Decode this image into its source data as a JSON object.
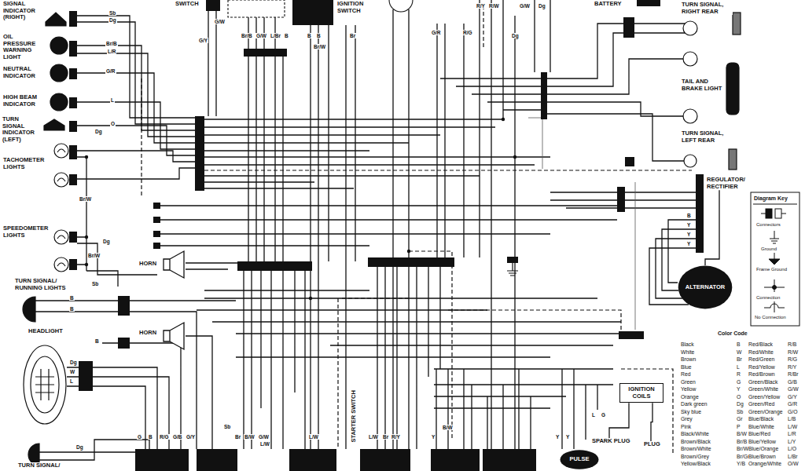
{
  "diagram": {
    "nodes": [
      {
        "text": [
          "SIGNAL INDICATOR (RIGHT)"
        ]
      },
      {
        "text": [
          "OIL PRESSURE WARNING LIGHT"
        ]
      },
      {
        "text": [
          "NEUTRAL INDICATOR"
        ]
      },
      {
        "text": [
          "HIGH BEAM INDICATOR"
        ]
      },
      {
        "text": [
          "TURN SIGNAL INDICATOR (LEFT)"
        ]
      },
      {
        "text": [
          "TACHOMETER LIGHTS"
        ]
      },
      {
        "text": [
          "SPEEDOMETER LIGHTS"
        ]
      },
      {
        "text": [
          "HORN"
        ]
      },
      {
        "text": [
          "TURN SIGNAL/ RUNNING LIGHTS"
        ]
      },
      {
        "text": [
          "HORN"
        ]
      },
      {
        "text": [
          "HEADLIGHT"
        ]
      },
      {
        "text": [
          "TURN SIGNAL/"
        ]
      },
      {
        "text": [
          "SWITCH"
        ]
      },
      {
        "text": [
          "IGNITION SWITCH"
        ]
      },
      {
        "text": [
          "BATTERY"
        ]
      },
      {
        "text": [
          "TURN SIGNAL, RIGHT REAR"
        ]
      },
      {
        "text": [
          "TAIL AND BRAKE LIGHT"
        ]
      },
      {
        "text": [
          "TURN SIGNAL, LEFT REAR"
        ]
      },
      {
        "text": [
          "REGULATOR/ RECTIFIER"
        ]
      },
      {
        "text": [
          "ALTERNATOR"
        ]
      },
      {
        "text": [
          "STARTER SWITCH"
        ]
      },
      {
        "text": [
          "IGNITION COILS"
        ]
      },
      {
        "text": [
          "PULSE"
        ]
      },
      {
        "text": [
          "SPARK PLUG"
        ]
      },
      {
        "text": [
          "PLUG"
        ]
      }
    ],
    "edges": [
      {
        "from": 19,
        "to": 18,
        "arrow": "none"
      },
      {
        "from": 21,
        "to": 23,
        "arrow": "none"
      },
      {
        "from": 21,
        "to": 24,
        "arrow": "none"
      }
    ],
    "labels": [
      "Sb",
      "Dg",
      "Br/B",
      "L/R",
      "G/R",
      "L",
      "O",
      "Dg",
      "Br/W",
      "Dg",
      "Br/W",
      "Sb",
      "B",
      "B",
      "B",
      "Dg",
      "W",
      "L",
      "Dg",
      "G/Y",
      "G/W",
      "Br/B",
      "G/W",
      "L/Br",
      "B",
      "B",
      "B",
      "Br",
      "Br/W",
      "G/R",
      "R/G",
      "R/Y",
      "R/W",
      "G/W",
      "Dg",
      "Dg",
      "G",
      "B",
      "R/G",
      "G/B",
      "G/Y",
      "Sb",
      "Br",
      "B/W",
      "G/W",
      "L/W",
      "L/W",
      "L/W",
      "Br",
      "R/Y",
      "Y",
      "B/W",
      "Y",
      "Y",
      "L",
      "G",
      "B",
      "Y",
      "Y",
      "Y",
      "Diagram Key",
      "Color Code",
      "Black",
      "B",
      "Red/Black",
      "R/B",
      "White",
      "W",
      "Red/White",
      "R/W",
      "Brown",
      "Br",
      "Red/Green",
      "R/G",
      "Blue",
      "L",
      "Red/Yellow",
      "R/Y",
      "Red",
      "R",
      "Red/Brown",
      "R/Br",
      "Green",
      "G",
      "Green/Black",
      "G/B",
      "Yellow",
      "Y",
      "Green/White",
      "G/W",
      "Orange",
      "O",
      "Green/Yellow",
      "G/Y",
      "Dark green",
      "Dg",
      "Green/Red",
      "G/R",
      "Sky blue",
      "Sb",
      "Green/Orange",
      "G/O",
      "Grey",
      "Gr",
      "Blue/Black",
      "L/B",
      "Pink",
      "P",
      "Blue/White",
      "L/W",
      "Black/White",
      "B/W",
      "Blue/Red",
      "L/R",
      "Brown/Black",
      "Br/B",
      "Blue/Yellow",
      "L/Y",
      "Brown/White",
      "Br/W",
      "Blue/Orange",
      "L/O",
      "Brown/Grey",
      "Br/Gr",
      "Blue/Brown",
      "L/Br",
      "Yellow/Black",
      "Y/B",
      "Orange/White",
      "O/W"
    ],
    "legend": [
      {
        "text": "Connectors"
      },
      {
        "text": "Ground"
      },
      {
        "text": "Frame Ground"
      },
      {
        "text": "Connection"
      },
      {
        "text": "No Connection"
      }
    ]
  }
}
